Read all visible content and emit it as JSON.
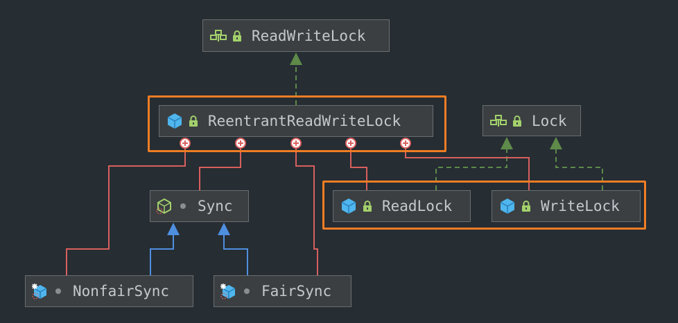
{
  "nodes": {
    "readwritelock": {
      "label": "ReadWriteLock",
      "kind": "interface",
      "visibility": "public"
    },
    "reentrant": {
      "label": "ReentrantReadWriteLock",
      "kind": "class",
      "visibility": "public"
    },
    "lock": {
      "label": "Lock",
      "kind": "interface",
      "visibility": "public"
    },
    "sync": {
      "label": "Sync",
      "kind": "abstract-class",
      "visibility": "package-private"
    },
    "readlock": {
      "label": "ReadLock",
      "kind": "class",
      "visibility": "public"
    },
    "writelock": {
      "label": "WriteLock",
      "kind": "class",
      "visibility": "public"
    },
    "nonfairsync": {
      "label": "NonfairSync",
      "kind": "static-class",
      "visibility": "package-private"
    },
    "fairsync": {
      "label": "FairSync",
      "kind": "static-class",
      "visibility": "package-private"
    }
  },
  "relations": [
    {
      "from": "reentrant",
      "to": "readwritelock",
      "type": "implements"
    },
    {
      "from": "readlock",
      "to": "lock",
      "type": "implements"
    },
    {
      "from": "writelock",
      "to": "lock",
      "type": "implements"
    },
    {
      "from": "nonfairsync",
      "to": "sync",
      "type": "extends"
    },
    {
      "from": "fairsync",
      "to": "sync",
      "type": "extends"
    },
    {
      "from": "reentrant",
      "to": "nonfairsync",
      "type": "inner-class"
    },
    {
      "from": "reentrant",
      "to": "sync",
      "type": "inner-class"
    },
    {
      "from": "reentrant",
      "to": "fairsync",
      "type": "inner-class"
    },
    {
      "from": "reentrant",
      "to": "readlock",
      "type": "inner-class"
    },
    {
      "from": "reentrant",
      "to": "writelock",
      "type": "inner-class"
    }
  ],
  "colors": {
    "background": "#262d33",
    "node_fill": "#3b3f42",
    "highlight": "#f07d24",
    "implements_edge": "#5e8a4a",
    "extends_edge": "#4f8fe0",
    "inner_edge": "#d9605e",
    "interface_icon": "#a3d16b",
    "class_icon": "#4fb6ee",
    "lock_icon": "#a3d16b"
  }
}
